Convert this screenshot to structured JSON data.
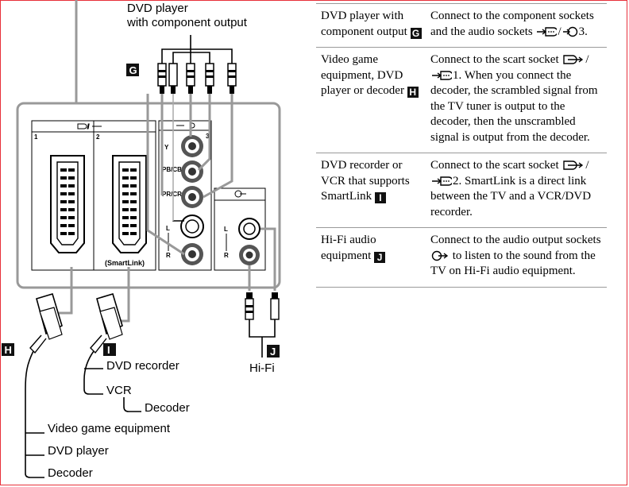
{
  "diagram": {
    "source_label_line1": "DVD player",
    "source_label_line2": "with component output",
    "panel": {
      "slot1_number": "1",
      "slot2_number": "2",
      "slot3_number": "3",
      "smartlink_label": "(SmartLink)",
      "y_label": "Y",
      "pb_label": "PB/CB",
      "pr_label": "PR/CR",
      "l_label": "L",
      "r_label": "R",
      "out_l_label": "L",
      "out_r_label": "R"
    },
    "badges": {
      "g": "G",
      "h": "H",
      "i": "I",
      "j": "J"
    },
    "devices_i": [
      "DVD recorder",
      "VCR",
      "Decoder"
    ],
    "devices_h": [
      "Video game equipment",
      "DVD player",
      "Decoder"
    ],
    "hifi_label": "Hi-Fi"
  },
  "table": {
    "rows": [
      {
        "device": "DVD player with component output",
        "badge": "G",
        "desc_before": "Connect to the component sockets and the audio sockets",
        "desc_mid": "/",
        "desc_after": "3.",
        "icons": [
          "input-arrow-icon",
          "input-circle-icon"
        ]
      },
      {
        "device": "Video game equipment, DVD player or decoder",
        "badge": "H",
        "desc_before": "Connect to the scart socket",
        "desc_mid": "/",
        "desc_after": "1. When you connect the decoder, the scrambled signal from the TV tuner is output to the decoder, then the unscrambled signal is output from the decoder.",
        "icons": [
          "scart-io-icon",
          "input-arrow-icon"
        ]
      },
      {
        "device": "DVD recorder or VCR that supports SmartLink",
        "badge": "I",
        "desc_before": "Connect to the scart socket",
        "desc_mid": "/",
        "desc_after": "2. SmartLink is a direct link between the TV and a VCR/DVD recorder.",
        "icons": [
          "scart-io-icon",
          "input-arrow-icon"
        ]
      },
      {
        "device": "Hi-Fi audio equipment",
        "badge": "J",
        "desc_before": "Connect to the audio output sockets",
        "desc_mid": "",
        "desc_after": "to listen to the sound from the TV on Hi-Fi audio equipment.",
        "icons": [
          "audio-out-icon"
        ]
      }
    ]
  }
}
